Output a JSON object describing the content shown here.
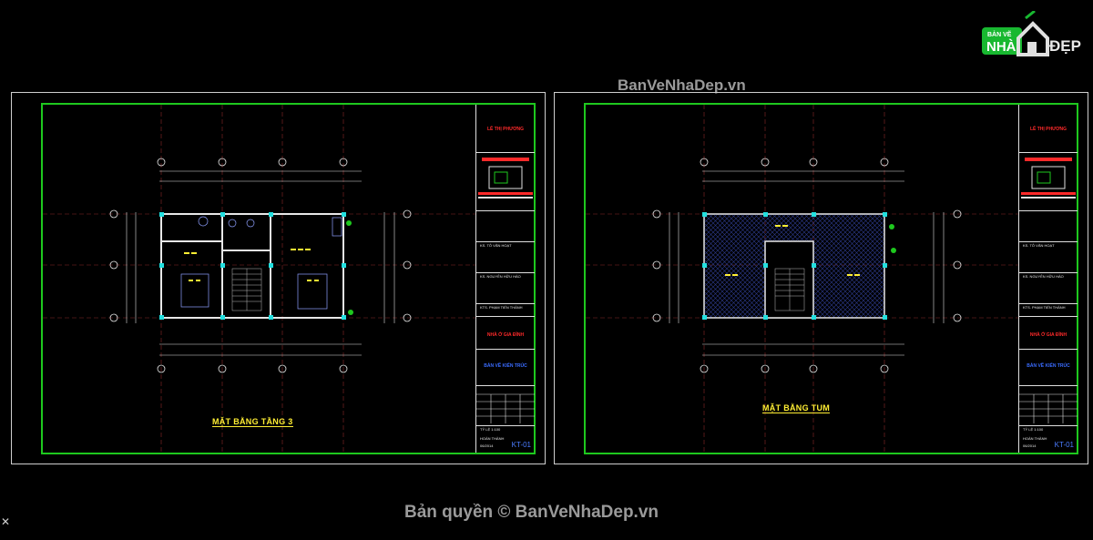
{
  "watermark": {
    "top": "BanVeNhaDep.vn",
    "bottom": "Bản quyền © BanVeNhaDep.vn"
  },
  "logo": {
    "small_text": "BẢN VẼ",
    "nha": "NHÀ",
    "dep": "ĐẸP"
  },
  "sheets": [
    {
      "drawing_title": "MẶT BẰNG TẦNG 3",
      "title_block": {
        "owner": "LÊ THỊ PHƯƠNG",
        "designer1": "KS. TÔ VĂN HOẠT",
        "designer2": "KS. NGUYỄN HỮU HÀO",
        "checker": "KTS. PHẠM TIẾN THÀNH",
        "project": "NHÀ Ở GIA ĐÌNH",
        "subtitle": "BẢN VẼ KIẾN TRÚC",
        "scale": "TỶ LỆ 1:100",
        "date_label": "HOÀN THÀNH",
        "date": "06/2014",
        "sheet_no": "KT-01"
      }
    },
    {
      "drawing_title": "MẶT BẰNG TUM",
      "title_block": {
        "owner": "LÊ THỊ PHƯƠNG",
        "designer1": "KS. TÔ VĂN HOẠT",
        "designer2": "KS. NGUYỄN HỮU HÀO",
        "checker": "KTS. PHẠM TIẾN THÀNH",
        "project": "NHÀ Ở GIA ĐÌNH",
        "subtitle": "BẢN VẼ KIẾN TRÚC",
        "scale": "TỶ LỆ 1:100",
        "date_label": "HOÀN THÀNH",
        "date": "06/2014",
        "sheet_no": "KT-01"
      }
    }
  ],
  "colors": {
    "frame_green": "#1ec81e",
    "title_yellow": "#ffee33",
    "red": "#ff2a2a",
    "blue": "#3a6cff",
    "column_cyan": "#22e0e0"
  },
  "close_icon": "close-icon"
}
